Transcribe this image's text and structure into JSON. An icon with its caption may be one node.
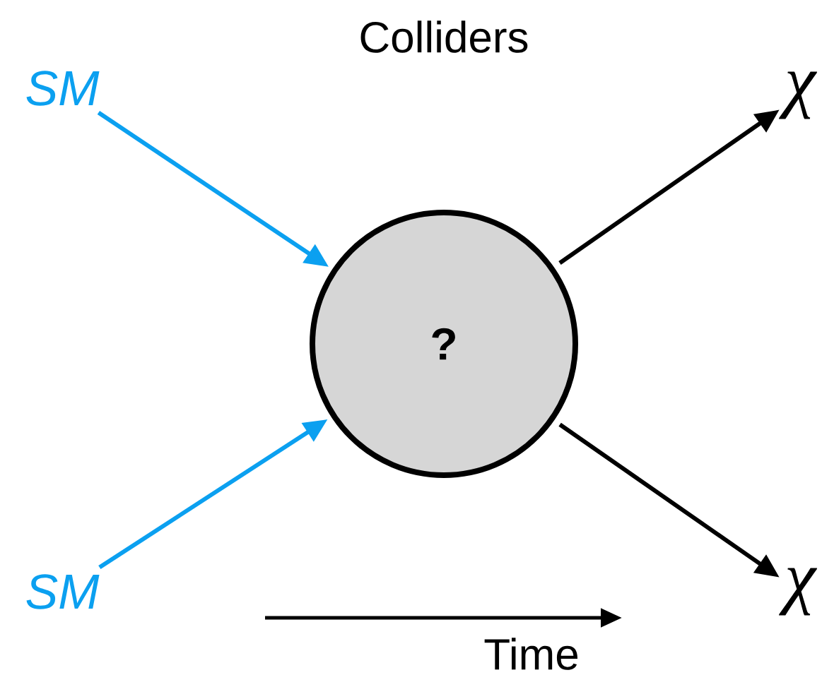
{
  "diagram": {
    "title": "Colliders",
    "nodes": [
      {
        "text": [
          "SM"
        ]
      },
      {
        "text": [
          "SM"
        ]
      },
      {
        "text": [
          "?"
        ]
      },
      {
        "text": [
          "χ"
        ]
      },
      {
        "text": [
          "χ"
        ]
      }
    ],
    "edges": [
      {
        "from": 0,
        "to": 2,
        "arrow": "to",
        "color": "#0ba0f0"
      },
      {
        "from": 1,
        "to": 2,
        "arrow": "to",
        "color": "#0ba0f0"
      },
      {
        "from": 2,
        "to": 3,
        "arrow": "to",
        "color": "#000000"
      },
      {
        "from": 2,
        "to": 4,
        "arrow": "to",
        "color": "#000000"
      }
    ],
    "labels": [
      "Time"
    ]
  }
}
